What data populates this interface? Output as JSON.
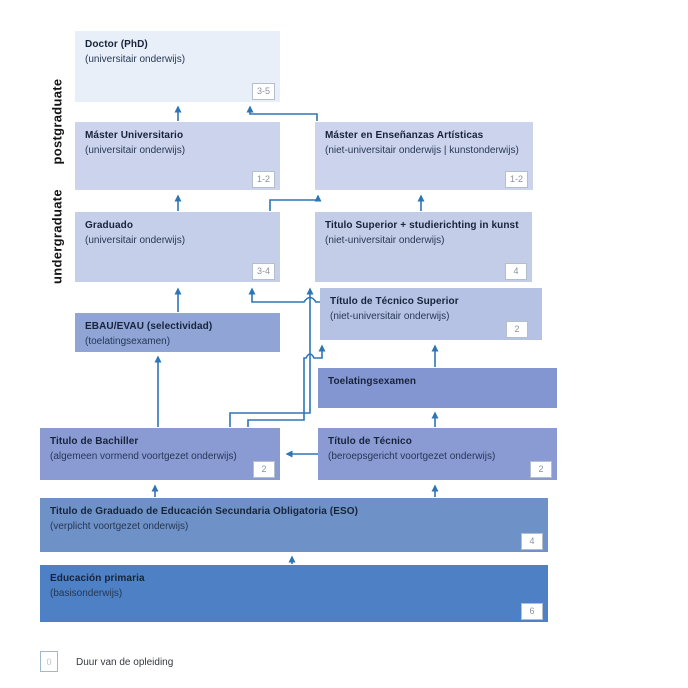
{
  "side_labels": {
    "postgraduate": "postgraduate",
    "undergraduate": "undergraduate"
  },
  "boxes": [
    {
      "id": "doctor",
      "title": "Doctor (PhD)",
      "subtitle": "(universitair onderwijs)",
      "duration": "3-5",
      "color": "#e8eff8"
    },
    {
      "id": "master-universitario",
      "title": "Máster Universitario",
      "subtitle": "(universitair onderwijs)",
      "duration": "1-2",
      "color": "#ccd4ed"
    },
    {
      "id": "master-artisticas",
      "title": "Máster en Enseñanzas Artísticas",
      "subtitle": "(niet-universitair onderwijs | kunstonderwijs)",
      "duration": "1-2",
      "color": "#ccd4ed"
    },
    {
      "id": "graduado",
      "title": "Graduado",
      "subtitle": "(universitair onderwijs)",
      "duration": "3-4",
      "color": "#c5cfe9"
    },
    {
      "id": "titulo-superior",
      "title": "Titulo Superior + studierichting in kunst",
      "subtitle": "(niet-universitair onderwijs)",
      "duration": "4",
      "color": "#c4cde8"
    },
    {
      "id": "tecnico-superior",
      "title": "Título de Técnico Superior",
      "subtitle": "(niet-universitair onderwijs)",
      "duration": "2",
      "color": "#b6c2e3"
    },
    {
      "id": "ebau-evau",
      "title": "EBAU/EVAU (selectividad)",
      "subtitle": "(toelatingsexamen)",
      "duration": null,
      "color": "#90a5d6"
    },
    {
      "id": "toelatingsexamen",
      "title": "Toelatingsexamen",
      "subtitle": null,
      "duration": null,
      "color": "#8396d2"
    },
    {
      "id": "bachiller",
      "title": "Titulo de Bachiller",
      "subtitle": "(algemeen vormend voortgezet onderwijs)",
      "duration": "2",
      "color": "#8a9bd3"
    },
    {
      "id": "tecnico",
      "title": "Título de Técnico",
      "subtitle": "(beroepsgericht voortgezet onderwijs)",
      "duration": "2",
      "color": "#8a9bd3"
    },
    {
      "id": "eso",
      "title": "Titulo de Graduado de Educación Secundaria Obligatoria (ESO)",
      "subtitle": "(verplicht voortgezet onderwijs)",
      "duration": "4",
      "color": "#6e92c8"
    },
    {
      "id": "educacion-primaria",
      "title": "Educación primaria",
      "subtitle": "(basisonderwijs)",
      "duration": "6",
      "color": "#4d80c4"
    }
  ],
  "legend": {
    "symbol": "0",
    "label": "Duur van de opleiding"
  },
  "colors": {
    "arrow": "#2e75b6",
    "badge_border": "#b3bfcb",
    "badge_text": "#8b939d",
    "background": "#ffffff"
  }
}
